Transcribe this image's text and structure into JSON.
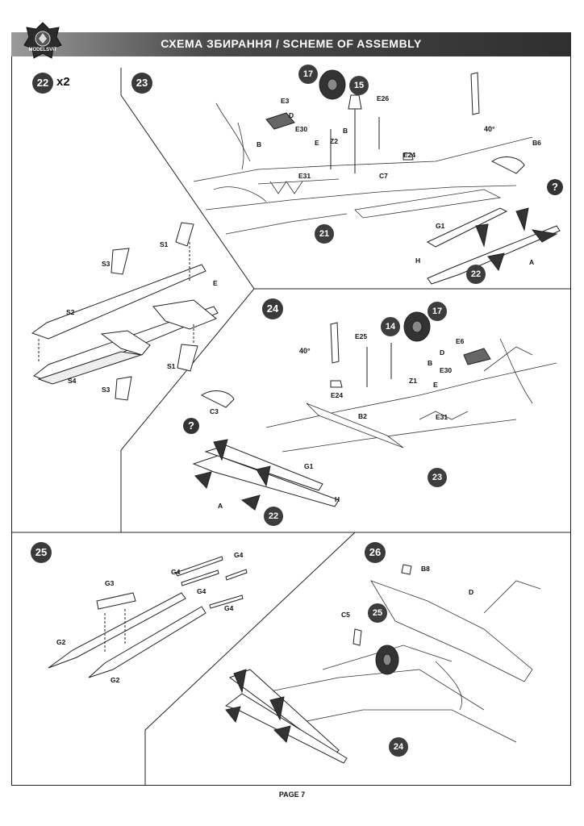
{
  "header": {
    "title": "СХЕМА ЗБИРАННЯ / SCHEME OF ASSEMBLY",
    "logo_text": "MODELSVIT"
  },
  "steps": {
    "s22": {
      "number": "22",
      "multiplier": "x2"
    },
    "s23": {
      "number": "23"
    },
    "s24": {
      "number": "24"
    },
    "s25": {
      "number": "25"
    },
    "s26": {
      "number": "26"
    }
  },
  "badges": {
    "b17a": "17",
    "b15": "15",
    "b21": "21",
    "b22a": "22",
    "b14": "14",
    "b17b": "17",
    "b23": "23",
    "b22b": "22",
    "b25": "25",
    "b24": "24"
  },
  "labels": {
    "E3": "E3",
    "E30a": "E30",
    "D1": "D",
    "B1": "B",
    "E1": "E",
    "Z2": "Z2",
    "B2a": "B",
    "E31a": "E31",
    "C7": "C7",
    "E26": "E26",
    "E24a": "E24",
    "B6": "B6",
    "G1a": "G1",
    "H1": "H",
    "A1": "A",
    "S1a": "S1",
    "S3a": "S3",
    "S2": "S2",
    "E2": "E",
    "S4": "S4",
    "S3b": "S3",
    "S1b": "S1",
    "E25": "E25",
    "E6": "E6",
    "D2": "D",
    "B3": "B",
    "E30b": "E30",
    "Z1": "Z1",
    "E3b": "E",
    "E24b": "E24",
    "B2": "B2",
    "E31b": "E31",
    "C3": "C3",
    "G1b": "G1",
    "A2": "A",
    "H2": "H",
    "G3": "G3",
    "G4a": "G4",
    "G4b": "G4",
    "G4c": "G4",
    "G4d": "G4",
    "G2a": "G2",
    "G2b": "G2",
    "B8": "B8",
    "D3": "D",
    "C5": "C5"
  },
  "angles": {
    "a1": "40°",
    "a2": "40°"
  },
  "question": "?",
  "footer": {
    "page": "PAGE 7"
  }
}
